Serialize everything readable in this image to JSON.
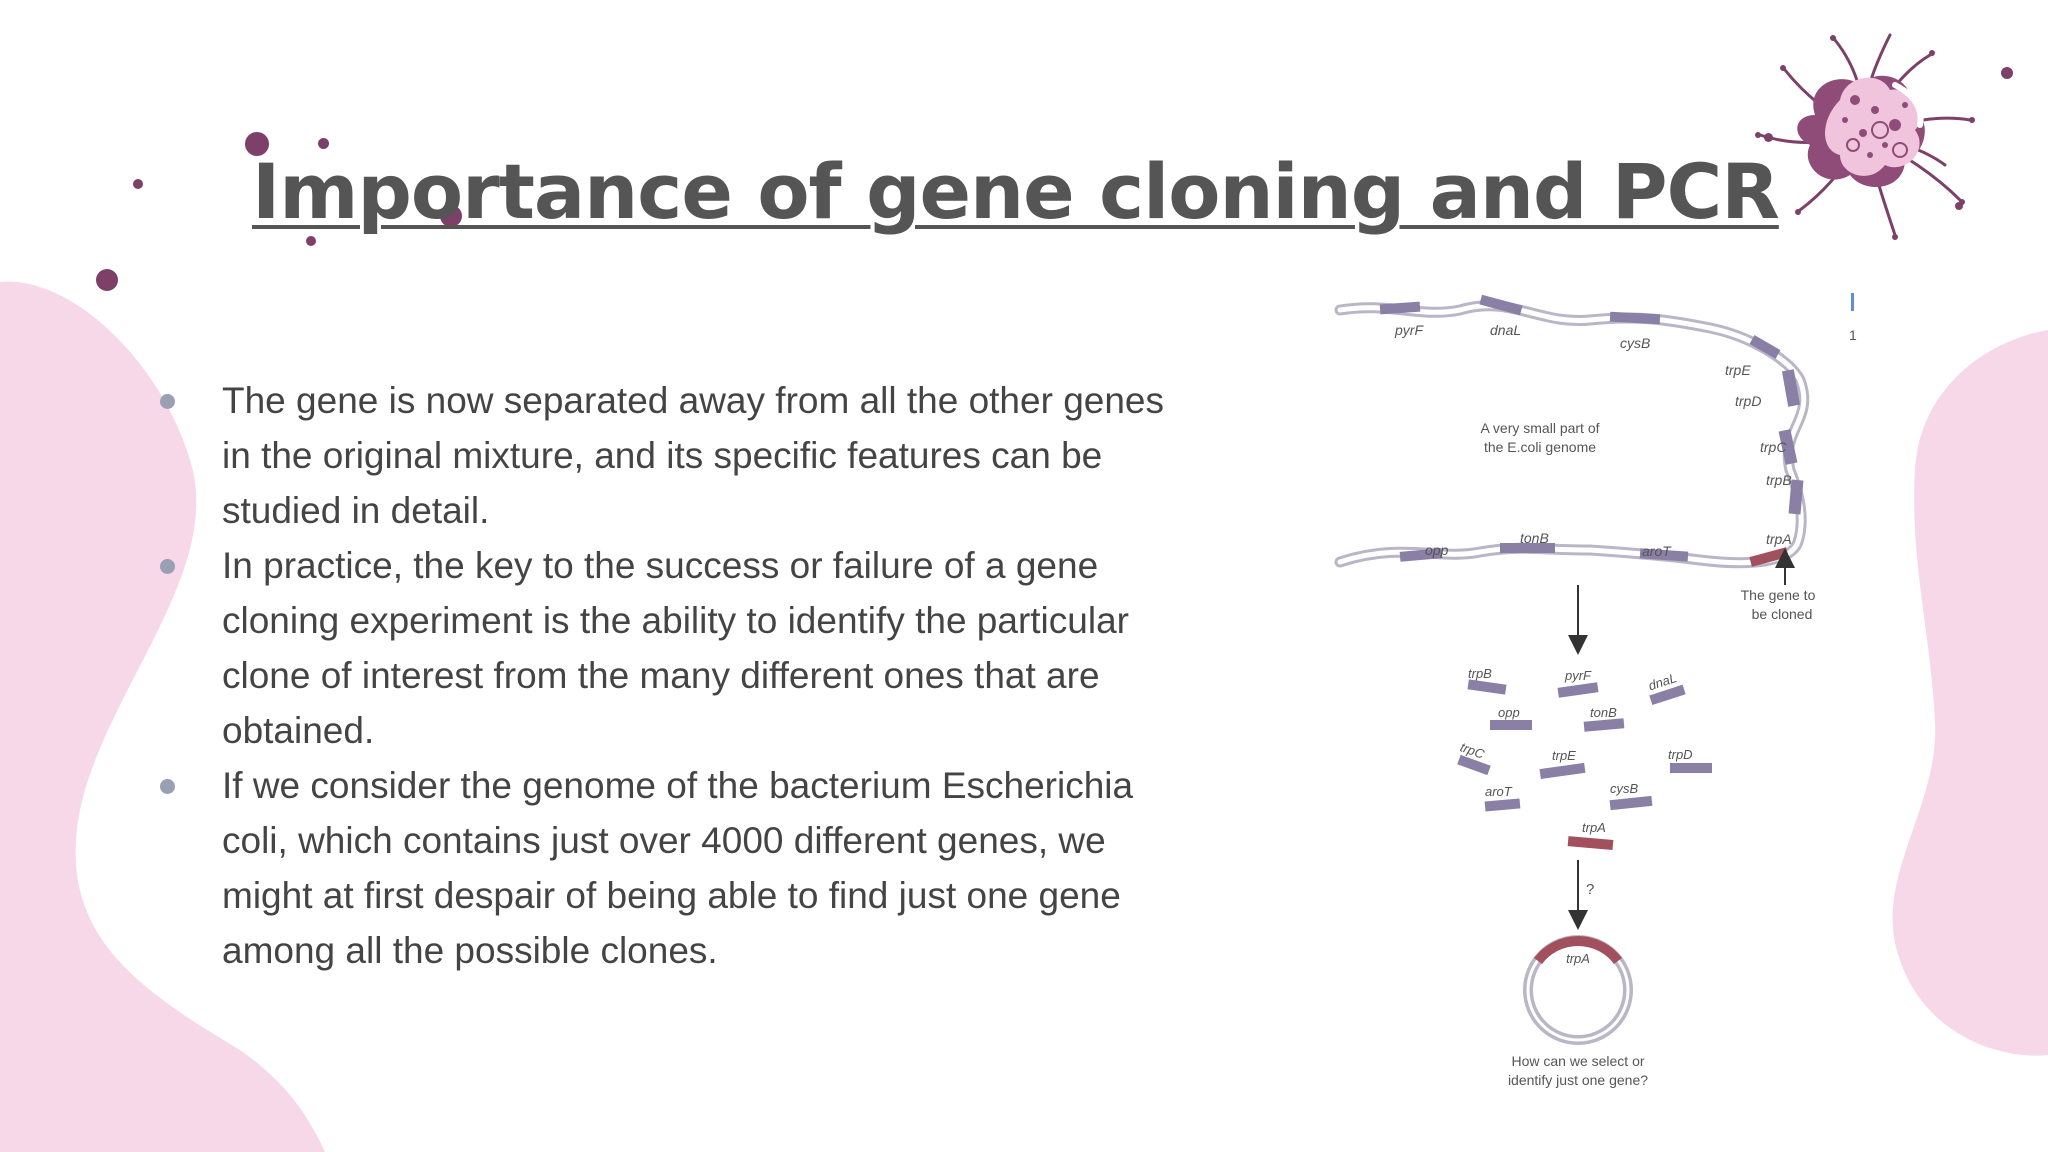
{
  "slide": {
    "title": "Importance of gene cloning and PCR",
    "bullets": [
      "The gene is now separated away from all the other genes in the original mixture, and its specific features can be studied in detail.",
      "In practice, the key to the success or failure of a gene cloning experiment is the ability to identify the particular clone of interest from the many different ones that are obtained.",
      "If we consider the genome of the bacterium Escherichia coli, which contains just over 4000 different genes, we might at first despair of being able to find just one gene among all the possible clones."
    ]
  },
  "figure": {
    "genome_caption_1": "A very small part of",
    "genome_caption_2": "the E.coli genome",
    "target_caption_1": "The gene to",
    "target_caption_2": "be cloned",
    "question_caption_1": "How can we select or",
    "question_caption_2": "identify just one gene?",
    "question_mark": "?",
    "side_mark": "1",
    "genome_genes": {
      "pyrF": "pyrF",
      "dnaL": "dnaL",
      "cysB": "cysB",
      "trpE": "trpE",
      "trpD": "trpD",
      "trpC": "trpC",
      "trpB": "trpB",
      "trpA": "trpA",
      "opp": "opp",
      "tonB": "tonB",
      "aroT": "aroT"
    },
    "fragments": {
      "trpB": "trpB",
      "pyrF": "pyrF",
      "dnaL": "dnaL",
      "opp": "opp",
      "tonB": "tonB",
      "trpC": "trpC",
      "trpE": "trpE",
      "trpD": "trpD",
      "aroT": "aroT",
      "cysB": "cysB",
      "trpA": "trpA"
    },
    "plasmid_gene": "trpA"
  },
  "colors": {
    "title": "#555555",
    "body_text": "#444444",
    "bullet": "#9aa0b4",
    "blob": "#f6d8e9",
    "dot": "#7d4068",
    "gene_segment": "#8a80a6",
    "target_gene": "#a3505e"
  }
}
